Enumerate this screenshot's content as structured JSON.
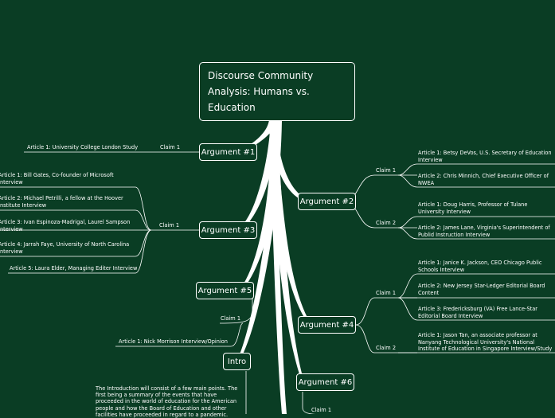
{
  "central_title": "Discourse Community Analysis: Humans vs. Education",
  "colors": {
    "background": "#0a3d24",
    "lines": "#ffffff",
    "text": "#ffffff"
  },
  "arguments": {
    "a1": {
      "label": "Argument #1",
      "claim": "Claim 1",
      "articles": [
        "Article 1: University College London Study"
      ]
    },
    "a2": {
      "label": "Argument #2",
      "claim1": "Claim 1",
      "claim1_articles": [
        "Article 1: Betsy DeVos, U.S. Secretary of Education Interview",
        "Article 2: Chris Minnich, Chief Executive Officer of NWEA"
      ],
      "claim2": "Claim 2",
      "claim2_articles": [
        "Article 1: Doug Harris, Professor of Tulane University Interview",
        "Article 2: James Lane, Virginia's Superintendent of Publid Instruction Interview"
      ]
    },
    "a3": {
      "label": "Argument #3",
      "claim": "Claim 1",
      "articles": [
        "Article 1: Bill Gates, Co-founder of Microsoft Interview",
        "Article 2: Michael Petrilli, a fellow at the Hoover Institute Interview",
        "Article 3: Ivan Espinoza-Madrigal, Laurel Sampson Interview",
        "Article 4: Jarrah Faye, University of North Carolina Interview",
        "Article 5: Laura Elder, Managing Editer Interview"
      ]
    },
    "a4": {
      "label": "Argument #4",
      "claim1": "Claim 1",
      "claim1_articles": [
        "Article 1: Janice K. Jackson, CEO Chicago Public Schools Interview",
        "Article 2: New Jersey Star-Ledger Editorial Board Content",
        "Article 3: Fredericksburg (VA) Free Lance-Star Editorial Board Interview"
      ],
      "claim2": "Claim 2",
      "claim2_articles": [
        "Article 1: Jason Tan, an associate professor at Nanyang Technological University's National Institute of Education in Singapore Interview/Study"
      ]
    },
    "a5": {
      "label": "Argument #5",
      "claim": "Claim 1",
      "articles": [
        "Article 1: Nick Morrison Interview/Opinion"
      ]
    },
    "a6": {
      "label": "Argument #6",
      "claim": "Claim 1"
    }
  },
  "intro": {
    "label": "Intro",
    "text": "The Introduction will consist of a few main points. The first being a summary of the events that have proceeded in the world of education for the American people and how the Board of Education and other facilities have proceeded in regard to a pandemic."
  }
}
